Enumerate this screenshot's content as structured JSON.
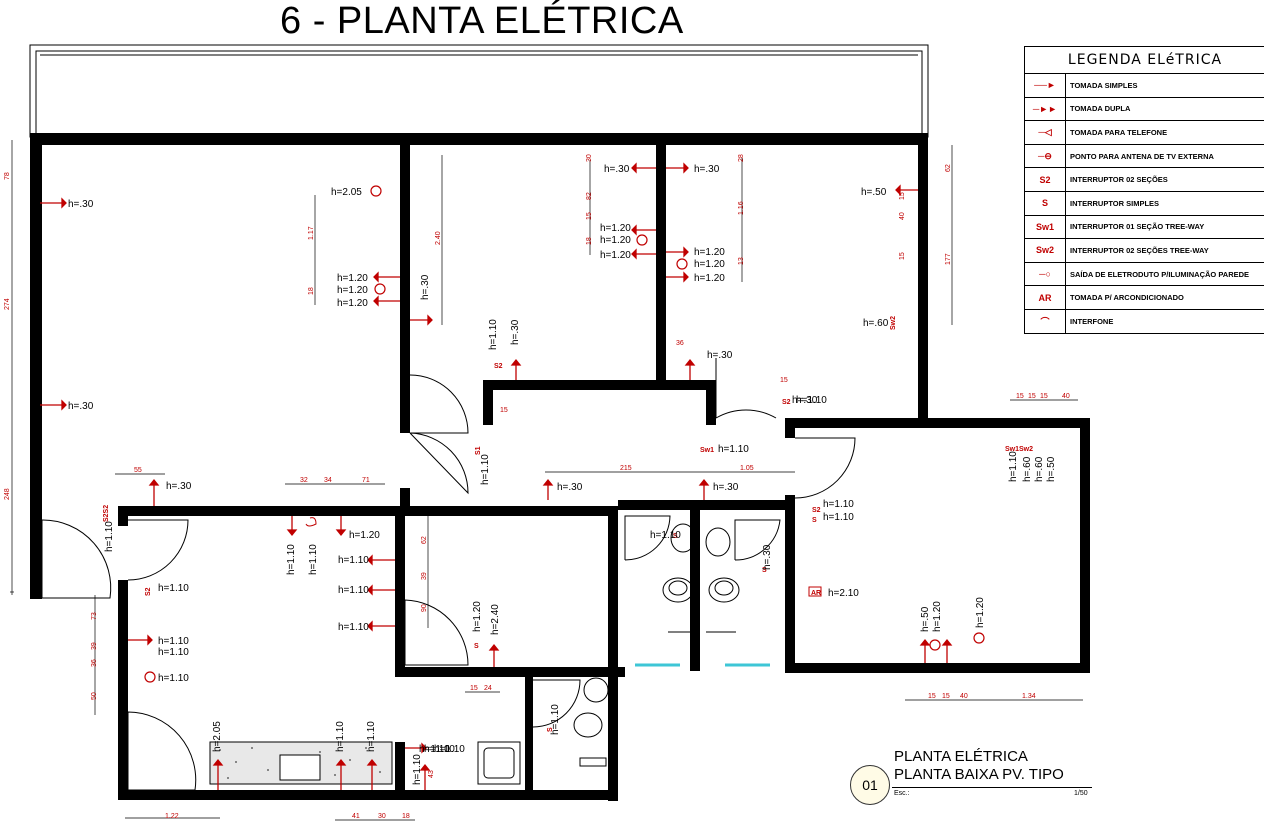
{
  "title": "6 - PLANTA ELÉTRICA",
  "legend": {
    "title": "LEGENDA ELéTRICA",
    "items": [
      {
        "icon": "tomada-simples-icon",
        "label": "TOMADA SIMPLES"
      },
      {
        "icon": "tomada-dupla-icon",
        "label": "TOMADA DUPLA"
      },
      {
        "icon": "telefone-icon",
        "label": "TOMADA PARA TELEFONE"
      },
      {
        "icon": "antena-icon",
        "label": "PONTO PARA ANTENA DE TV EXTERNA"
      },
      {
        "icon": "interruptor-2-icon",
        "label": "INTERRUPTOR 02 SEÇÕES",
        "mark": "S2"
      },
      {
        "icon": "interruptor-simples-icon",
        "label": "INTERRUPTOR SIMPLES",
        "mark": "S"
      },
      {
        "icon": "threeway-1-icon",
        "label": "INTERRUPTOR 01 SEÇÃO TREE-WAY",
        "mark": "Sw1"
      },
      {
        "icon": "threeway-2-icon",
        "label": "INTERRUPTOR 02 SEÇÕES TREE-WAY",
        "mark": "Sw2"
      },
      {
        "icon": "eletroduto-icon",
        "label": "SAÍDA DE ELETRODUTO P/ILUMINAÇÃO PAREDE"
      },
      {
        "icon": "ar-condicionado-icon",
        "label": "TOMADA P/ ARCONDICIONADO",
        "mark": "AR"
      },
      {
        "icon": "interfone-icon",
        "label": "INTERFONE"
      }
    ]
  },
  "heights": [
    "h=.30",
    "h=2.05",
    "h=1.20",
    "h=1.20",
    "h=1.20",
    "h=.30",
    "h=.30",
    "h=1.20",
    "h=1.20",
    "h=1.20",
    "h=.30",
    "h=1.20",
    "h=1.20",
    "h=1.20",
    "h=.50",
    "h=.60",
    "h=.30",
    "h=1.10",
    "h=.30",
    "h=.30",
    "h=1.10",
    "h=1.10",
    "h=1.10",
    "h=.30",
    "h=.30",
    "h=.30",
    "h=1.10",
    "h=1.10",
    "h=1.10",
    "h=1.20",
    "h=1.10",
    "h=1.10",
    "h=1.10",
    "h=1.10",
    "h=1.10",
    "h=1.10",
    "h=1.10",
    "h=1.20",
    "h=2.40",
    "h=1.10",
    "h=.30",
    "h=1.10",
    "h=1.10",
    "h=1.10",
    "h=1.10",
    "h=2.10",
    "h=1.10",
    "h=.60",
    "h=.60",
    "h=.50",
    "h=.50",
    "h=1.20",
    "h=1.20",
    "h=2.05",
    "h=1.10",
    "h=1.10",
    "h=1.10",
    "h=1.10",
    "h=.30",
    "h=1.10"
  ],
  "dims": [
    "78",
    "274",
    "248",
    "55",
    "32",
    "34",
    "71",
    "215",
    "1.05",
    "36",
    "62",
    "177",
    "1.17",
    "18",
    "2.40",
    "30",
    "82",
    "18",
    "15",
    "28",
    "1.16",
    "13",
    "15",
    "73",
    "36",
    "50",
    "62",
    "39",
    "90",
    "15",
    "15",
    "15",
    "40",
    "1.34",
    "15",
    "40",
    "15",
    "24",
    "15",
    "43",
    "41",
    "30",
    "1.22",
    "18",
    "39",
    "15",
    "15",
    "15",
    "40"
  ],
  "stamp": {
    "number": "01",
    "line1": "PLANTA ELÉTRICA",
    "line2": "PLANTA BAIXA PV. TIPO",
    "esc": "Esc.:",
    "scale": "1/50"
  }
}
